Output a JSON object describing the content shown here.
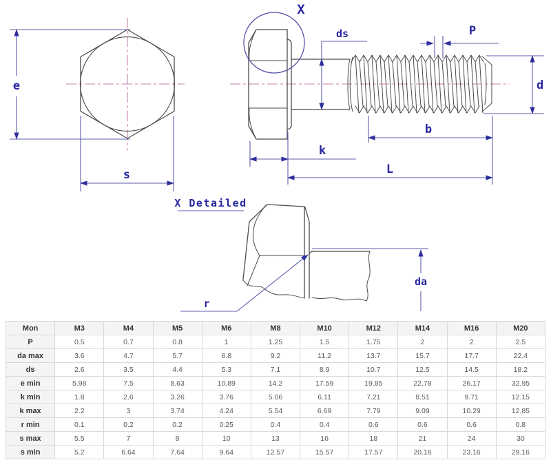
{
  "colors": {
    "outline": "#4a4a4a",
    "dimension_line": "#5c5cac",
    "dimension_label": "#2626a0",
    "centerline": "#c87fae",
    "callout_circle": "#5252aa",
    "table_border": "#d9d9d9",
    "table_header_bg": "#f4f4f4",
    "table_header_text": "#333333",
    "table_cell_text": "#595959"
  },
  "drawing": {
    "front_view": {
      "e_label": "e",
      "s_label": "s"
    },
    "side_view": {
      "x_label": "X",
      "ds_label": "ds",
      "p_label": "P",
      "d_label": "d",
      "b_label": "b",
      "k_label": "k",
      "l_label": "L"
    },
    "detail_view": {
      "title": "X Detailed",
      "r_label": "r",
      "da_label": "da"
    }
  },
  "table": {
    "columns": [
      "Mon",
      "M3",
      "M4",
      "M5",
      "M6",
      "M8",
      "M10",
      "M12",
      "M14",
      "M16",
      "M20"
    ],
    "rows": [
      {
        "label": "P",
        "values": [
          "0.5",
          "0.7",
          "0.8",
          "1",
          "1.25",
          "1.5",
          "1.75",
          "2",
          "2",
          "2.5"
        ]
      },
      {
        "label": "da max",
        "values": [
          "3.6",
          "4.7",
          "5.7",
          "6.8",
          "9.2",
          "11.2",
          "13.7",
          "15.7",
          "17.7",
          "22.4"
        ]
      },
      {
        "label": "ds",
        "values": [
          "2.6",
          "3.5",
          "4.4",
          "5.3",
          "7.1",
          "8.9",
          "10.7",
          "12.5",
          "14.5",
          "18.2"
        ]
      },
      {
        "label": "e min",
        "values": [
          "5.98",
          "7.5",
          "8.63",
          "10.89",
          "14.2",
          "17.59",
          "19.85",
          "22.78",
          "26.17",
          "32.95"
        ]
      },
      {
        "label": "k min",
        "values": [
          "1.8",
          "2.6",
          "3.26",
          "3.76",
          "5.06",
          "6.11",
          "7.21",
          "8.51",
          "9.71",
          "12.15"
        ]
      },
      {
        "label": "k max",
        "values": [
          "2.2",
          "3",
          "3.74",
          "4.24",
          "5.54",
          "6.69",
          "7.79",
          "9.09",
          "10.29",
          "12.85"
        ]
      },
      {
        "label": "r min",
        "values": [
          "0.1",
          "0.2",
          "0.2",
          "0.25",
          "0.4",
          "0.4",
          "0.6",
          "0.6",
          "0.6",
          "0.8"
        ]
      },
      {
        "label": "s max",
        "values": [
          "5.5",
          "7",
          "8",
          "10",
          "13",
          "16",
          "18",
          "21",
          "24",
          "30"
        ]
      },
      {
        "label": "s min",
        "values": [
          "5.2",
          "6.64",
          "7.64",
          "9.64",
          "12.57",
          "15.57",
          "17.57",
          "20.16",
          "23.16",
          "29.16"
        ]
      }
    ]
  }
}
